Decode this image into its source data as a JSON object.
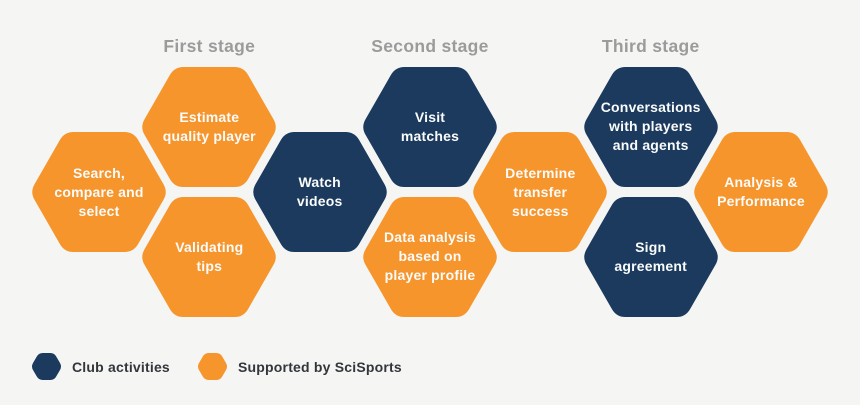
{
  "colors": {
    "background": "#F5F5F4",
    "club": "#1B3A5E",
    "supported": "#F6952B",
    "stage_label": "#9B9B9B",
    "hexagon_text": "#FAFBFB",
    "legend_text": "#33363A"
  },
  "diagram": {
    "stages": [
      {
        "label": "First stage"
      },
      {
        "label": "Second stage"
      },
      {
        "label": "Third stage"
      }
    ],
    "hexagons": [
      {
        "id": "search-compare-select",
        "type": "supported",
        "lines": [
          "Search,",
          "compare and",
          "select"
        ],
        "position": {
          "column": 0,
          "row": "middle"
        }
      },
      {
        "id": "estimate-quality-player",
        "type": "supported",
        "lines": [
          "Estimate",
          "quality player"
        ],
        "position": {
          "column": 1,
          "row": "top"
        }
      },
      {
        "id": "validating-tips",
        "type": "supported",
        "lines": [
          "Validating",
          "tips"
        ],
        "position": {
          "column": 1,
          "row": "bottom"
        }
      },
      {
        "id": "watch-videos",
        "type": "club",
        "lines": [
          "Watch",
          "videos"
        ],
        "position": {
          "column": 2,
          "row": "middle"
        }
      },
      {
        "id": "visit-matches",
        "type": "club",
        "lines": [
          "Visit",
          "matches"
        ],
        "position": {
          "column": 3,
          "row": "top"
        }
      },
      {
        "id": "data-analysis-player-profile",
        "type": "supported",
        "lines": [
          "Data analysis",
          "based on",
          "player profile"
        ],
        "position": {
          "column": 3,
          "row": "bottom"
        }
      },
      {
        "id": "determine-transfer-success",
        "type": "supported",
        "lines": [
          "Determine",
          "transfer",
          "success"
        ],
        "position": {
          "column": 4,
          "row": "middle"
        }
      },
      {
        "id": "conversations-players-agents",
        "type": "club",
        "lines": [
          "Conversations",
          "with players",
          "and agents"
        ],
        "position": {
          "column": 5,
          "row": "top"
        }
      },
      {
        "id": "sign-agreement",
        "type": "club",
        "lines": [
          "Sign",
          "agreement"
        ],
        "position": {
          "column": 5,
          "row": "bottom"
        }
      },
      {
        "id": "analysis-performance",
        "type": "supported",
        "lines": [
          "Analysis &",
          "Performance"
        ],
        "position": {
          "column": 6,
          "row": "middle"
        }
      }
    ],
    "legend": [
      {
        "type": "club",
        "label": "Club activities"
      },
      {
        "type": "supported",
        "label": "Supported by SciSports"
      }
    ]
  }
}
